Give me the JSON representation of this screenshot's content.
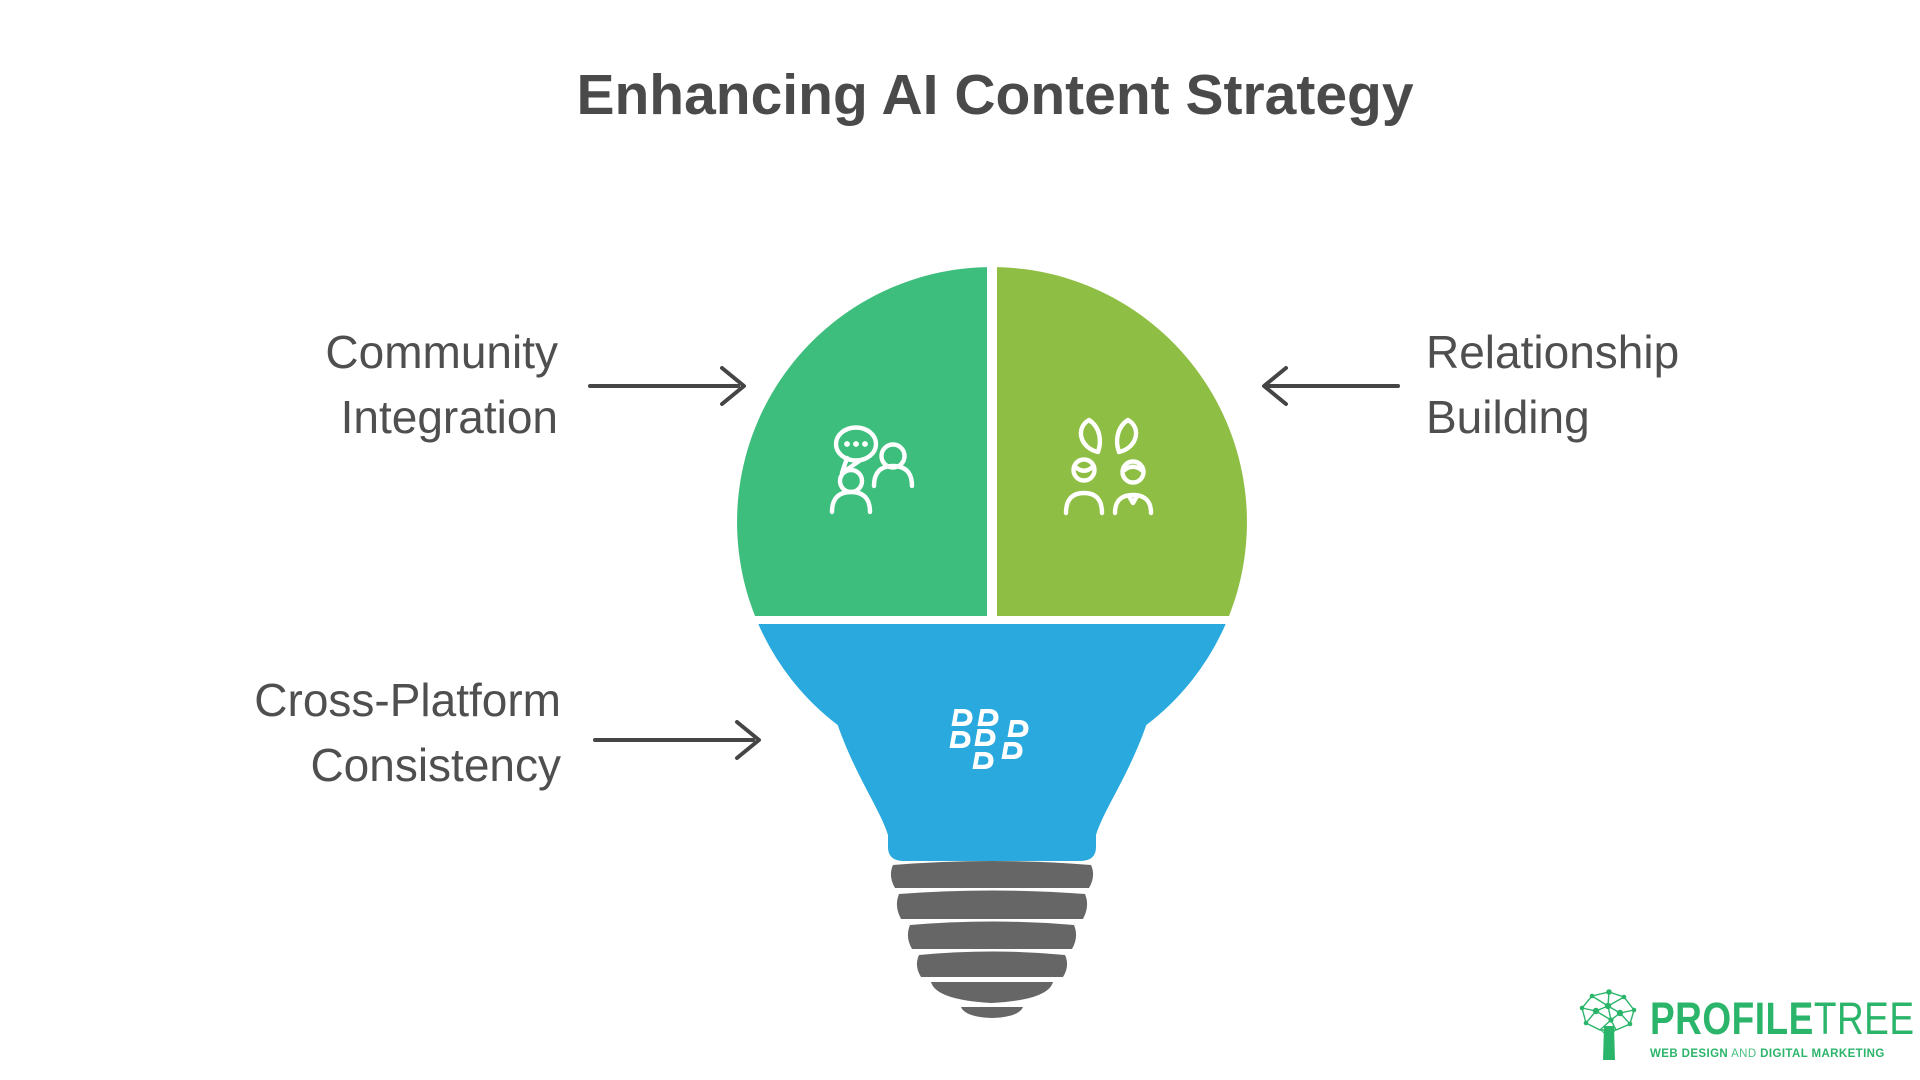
{
  "title": "Enhancing AI Content Strategy",
  "labels": {
    "community": {
      "line1": "Community",
      "line2": "Integration"
    },
    "relationship": {
      "line1": "Relationship",
      "line2": "Building"
    },
    "crossplatform": {
      "line1": "Cross-Platform",
      "line2": "Consistency"
    }
  },
  "segments": {
    "community": {
      "color": "#3DBE7D",
      "icon": "people-chat-icon"
    },
    "relationship": {
      "color": "#8FBE44",
      "icon": "couple-leaves-icon"
    },
    "crossplatform": {
      "color": "#29A9DE",
      "icon": "blackberry-d-pattern-icon"
    }
  },
  "colors": {
    "bulb_base_gray": "#666666",
    "title_text": "#4A4A4A",
    "label_text": "#4F4F4F",
    "arrow": "#454545",
    "logo_green": "#2BB56A"
  },
  "logo": {
    "brand_bold": "PROFILE",
    "brand_light": "TREE",
    "tagline_lead": "WEB DESIGN",
    "tagline_and": " AND ",
    "tagline_tail": "DIGITAL MARKETING"
  }
}
